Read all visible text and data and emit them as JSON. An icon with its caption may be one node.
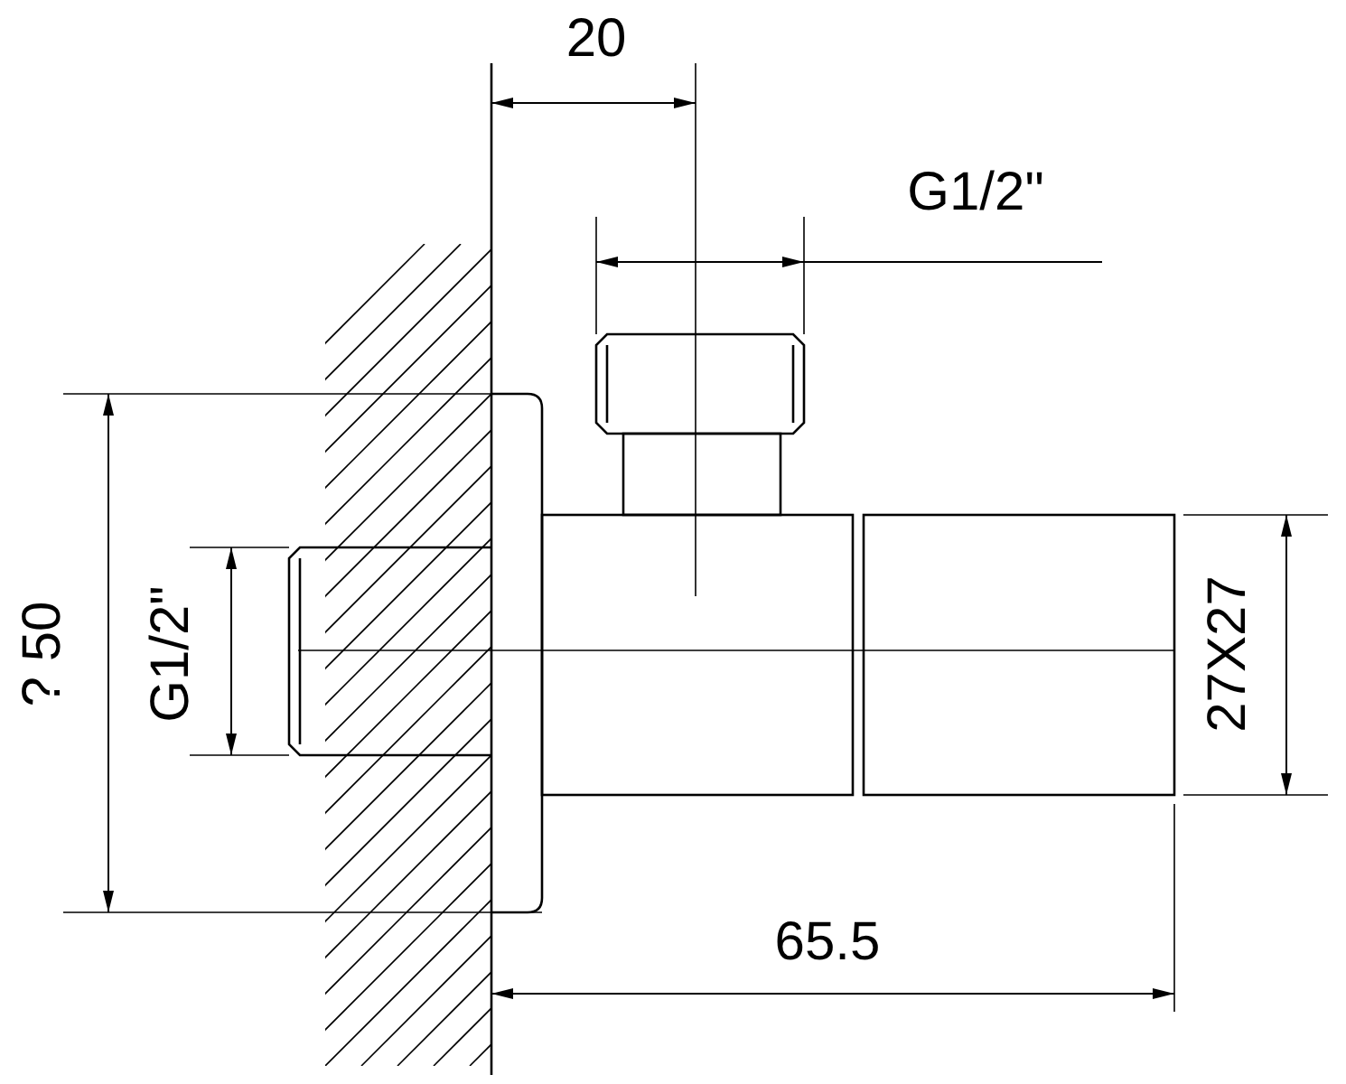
{
  "diagram": {
    "labels": [
      "20",
      "G1/2\"",
      "? 50",
      "G1/2\"",
      "27X27",
      "65.5"
    ]
  }
}
